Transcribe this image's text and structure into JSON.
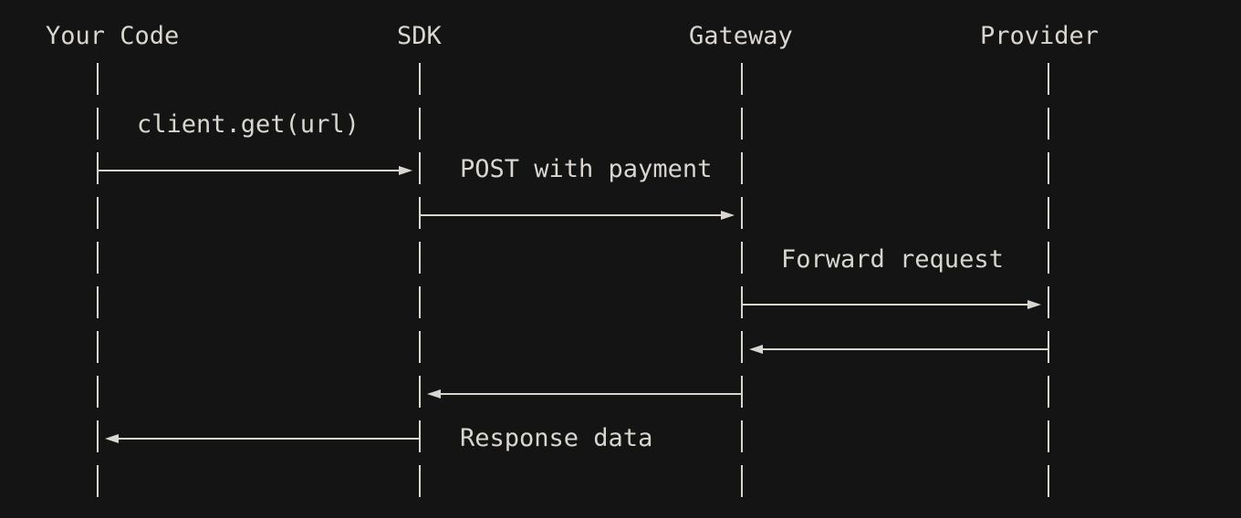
{
  "diagram": {
    "participants": [
      {
        "id": "code",
        "label": "Your Code"
      },
      {
        "id": "sdk",
        "label": "SDK"
      },
      {
        "id": "gateway",
        "label": "Gateway"
      },
      {
        "id": "provider",
        "label": "Provider"
      }
    ],
    "messages": [
      {
        "from": "code",
        "to": "sdk",
        "label": "client.get(url)"
      },
      {
        "from": "sdk",
        "to": "gateway",
        "label": "POST with payment"
      },
      {
        "from": "gateway",
        "to": "provider",
        "label": "Forward request"
      },
      {
        "from": "provider",
        "to": "gateway",
        "label": ""
      },
      {
        "from": "gateway",
        "to": "sdk",
        "label": ""
      },
      {
        "from": "sdk",
        "to": "code",
        "label": "Response data"
      }
    ]
  },
  "colors": {
    "background": "#141414",
    "foreground": "#d8d6cf"
  }
}
